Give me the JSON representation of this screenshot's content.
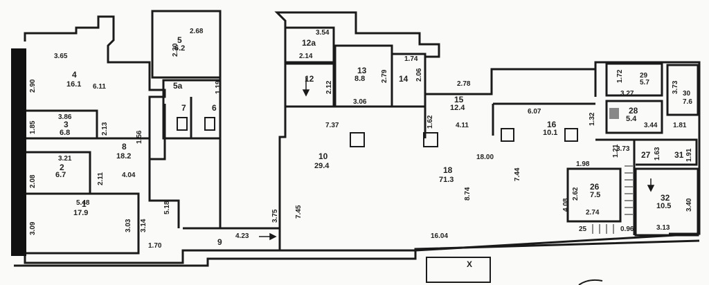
{
  "rooms": [
    {
      "id": "1",
      "number": "1",
      "area": "17.9"
    },
    {
      "id": "2",
      "number": "2",
      "area": "6.7"
    },
    {
      "id": "3",
      "number": "3",
      "area": "6.8"
    },
    {
      "id": "4",
      "number": "4",
      "area": "16.1"
    },
    {
      "id": "5",
      "number": "5",
      "area": "6.2"
    },
    {
      "id": "5a",
      "number": "5a",
      "area": ""
    },
    {
      "id": "6",
      "number": "6",
      "area": ""
    },
    {
      "id": "7",
      "number": "7",
      "area": ""
    },
    {
      "id": "8",
      "number": "8",
      "area": "18.2"
    },
    {
      "id": "9",
      "number": "9",
      "area": ""
    },
    {
      "id": "10",
      "number": "10",
      "area": "29.4"
    },
    {
      "id": "12",
      "number": "12",
      "area": ""
    },
    {
      "id": "12a",
      "number": "12a",
      "area": ""
    },
    {
      "id": "13",
      "number": "13",
      "area": "8.8"
    },
    {
      "id": "14",
      "number": "14",
      "area": ""
    },
    {
      "id": "15",
      "number": "15",
      "area": "12.4"
    },
    {
      "id": "16",
      "number": "16",
      "area": "10.1"
    },
    {
      "id": "18",
      "number": "18",
      "area": "71.3"
    },
    {
      "id": "25",
      "number": "25",
      "area": ""
    },
    {
      "id": "26",
      "number": "26",
      "area": "7.5"
    },
    {
      "id": "27",
      "number": "27",
      "area": ""
    },
    {
      "id": "28",
      "number": "28",
      "area": "5.4"
    },
    {
      "id": "29",
      "number": "29",
      "area": "5.7"
    },
    {
      "id": "30",
      "number": "30",
      "area": "7.6"
    },
    {
      "id": "31",
      "number": "31",
      "area": ""
    },
    {
      "id": "32",
      "number": "32",
      "area": "10.5"
    }
  ],
  "dimensions": {
    "d3_65": "3.65",
    "d2_90": "2.90",
    "d6_11": "6.11",
    "d1_85": "1.85",
    "d3_86": "3.86",
    "d2_13": "2.13",
    "d1_56": "1.56",
    "d3_21": "3.21",
    "d2_08": "2.08",
    "d2_11": "2.11",
    "d4_04": "4.04",
    "d5_48": "5.48",
    "d3_09": "3.09",
    "d3_03": "3.03",
    "d3_14": "3.14",
    "d5_18": "5.18",
    "d1_70": "1.70",
    "d2_68": "2.68",
    "d2_30": "2.30",
    "d1_19": "1.19",
    "d4_23": "4.23",
    "d3_75": "3.75",
    "d7_45": "7.45",
    "d3_54": "3.54",
    "d2_14": "2.14",
    "d2_12": "2.12",
    "d1_74": "1.74",
    "d2_06": "2.06",
    "d2_79": "2.79",
    "d3_06": "3.06",
    "d7_37": "7.37",
    "d2_78": "2.78",
    "d1_62": "1.62",
    "d4_11": "4.11",
    "d6_07": "6.07",
    "d18_00": "18.00",
    "d8_74": "8.74",
    "d7_44": "7.44",
    "d16_04": "16.04",
    "d1_32": "1.32",
    "d1_72": "1.72",
    "d3_27": "3.27",
    "d3_73": "3.73",
    "d3_44": "3.44",
    "d1_81": "1.81",
    "d3_73b": "3.73",
    "d1_63": "1.63",
    "d1_91": "1.91",
    "d1_98": "1.98",
    "d2_62": "2.62",
    "d4_08": "4.08",
    "d2_74": "2.74",
    "d3_40": "3.40",
    "d3_13": "3.13",
    "d0_96": "0.96",
    "d1_21": "1.21"
  },
  "marks": {
    "x_mark": "X"
  }
}
